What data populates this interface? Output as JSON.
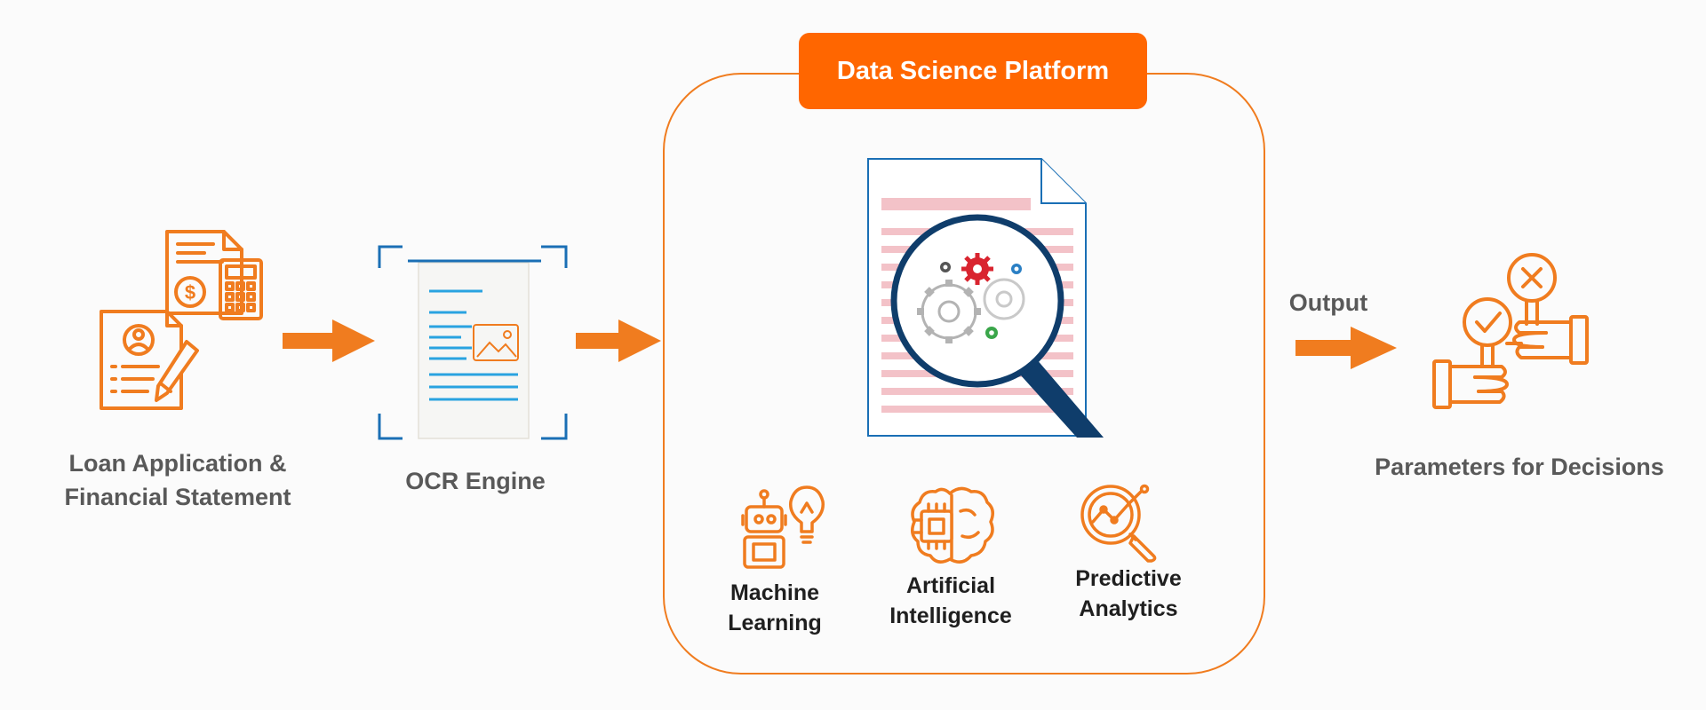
{
  "steps": {
    "loan": {
      "line1": "Loan Application &",
      "line2": "Financial Statement",
      "icon": "loan-documents-icon"
    },
    "ocr": {
      "label": "OCR Engine",
      "icon": "ocr-scan-document-icon"
    },
    "platform": {
      "title": "Data Science Platform",
      "icon": "document-magnifier-gears-icon",
      "capabilities": [
        {
          "line1": "Machine",
          "line2": "Learning",
          "icon": "robot-lightbulb-icon"
        },
        {
          "line1": "Artificial",
          "line2": "Intelligence",
          "icon": "chip-brain-icon"
        },
        {
          "line1": "Predictive",
          "line2": "Analytics",
          "icon": "magnifier-chart-icon"
        }
      ]
    },
    "output": {
      "arrow_label": "Output",
      "label": "Parameters for Decisions",
      "icon": "approve-reject-signs-icon"
    }
  },
  "colors": {
    "accent_orange": "#f07c1f",
    "title_bg": "#ff6600",
    "ocr_blue": "#1a6fb5",
    "line_blue": "#29a3e0",
    "magnifier_navy": "#0f3d6b",
    "gear_red": "#d9242f",
    "gear_blue": "#2a7fc4",
    "gear_green": "#3aa64a",
    "stripe_pink": "#f3c2c8"
  }
}
